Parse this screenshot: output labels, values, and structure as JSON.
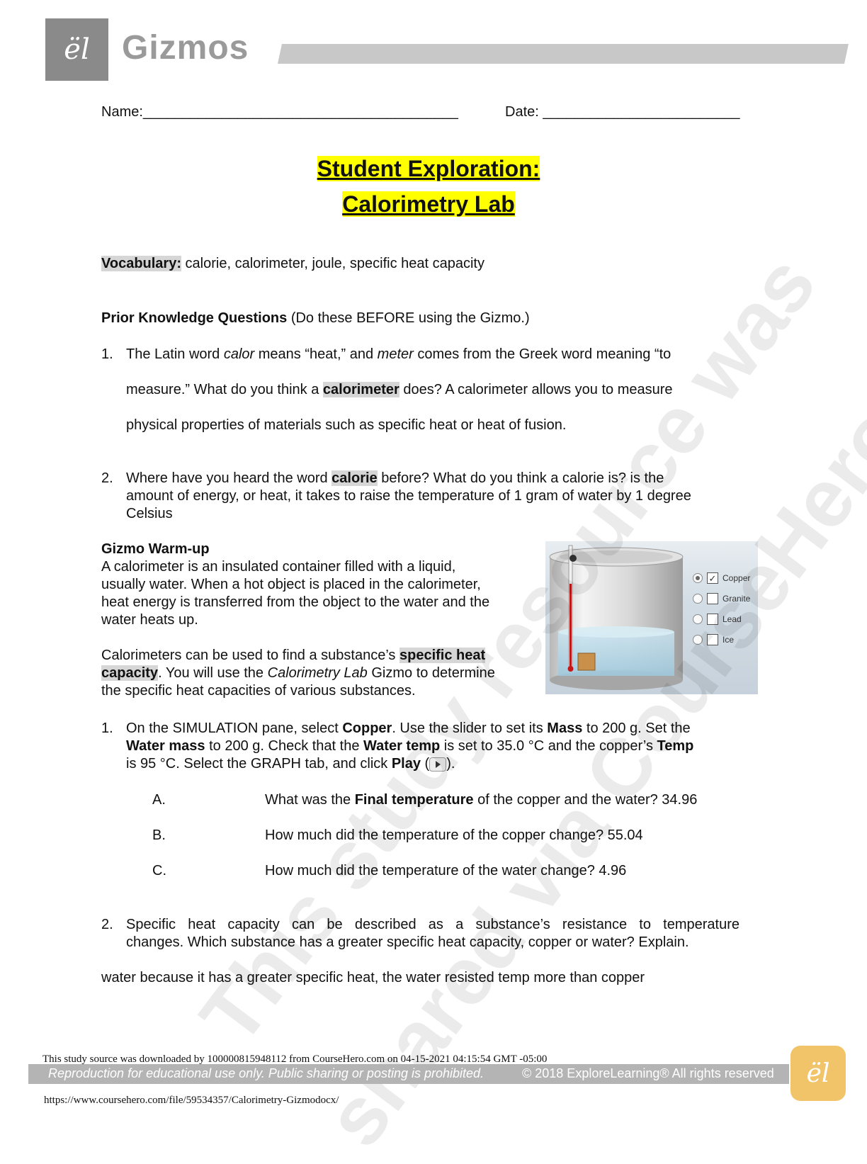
{
  "header": {
    "brand": "Gizmos",
    "logo_glyph": "ël"
  },
  "form": {
    "name_label": "Name:",
    "name_blank": "________________________________________",
    "date_label": "Date:",
    "date_blank": "_________________________"
  },
  "title": {
    "line1": "Student Exploration:",
    "line2": "Calorimetry Lab"
  },
  "vocabulary": {
    "label": "Vocabulary:",
    "terms": " calorie, calorimeter, joule, specific heat capacity"
  },
  "prior": {
    "heading": "Prior Knowledge Questions",
    "note": " (Do these BEFORE using the Gizmo.)",
    "q1": {
      "num": "1.",
      "a": "The Latin word ",
      "calor": "calor",
      "b": " means “heat,” and ",
      "meter": "meter",
      "c": " comes from the Greek word meaning “to",
      "line2_a": "measure.” What do you think a ",
      "term": "calorimeter",
      "line2_b": " does? A calorimeter allows you to measure",
      "line3": "physical properties of materials such as specific heat or heat of fusion."
    },
    "q2": {
      "num": "2.",
      "a": "Where have you heard the word ",
      "term": "calorie",
      "b": " before? What do you think a calorie is? is the",
      "line2": "amount of energy, or heat, it takes to raise the temperature of 1 gram of water by 1 degree",
      "line3": "Celsius"
    }
  },
  "warmup": {
    "heading": "Gizmo Warm-up",
    "p1_lines": [
      "A calorimeter is an insulated container filled with a liquid,",
      "usually water. When a hot object is placed in the calorimeter,",
      "heat energy is transferred from the object to the water and the",
      "water heats up."
    ],
    "p2_a": "Calorimeters can be used to find a substance’s ",
    "p2_term1": "specific heat",
    "p2_term2": "capacity",
    "p2_b": ". You will use the ",
    "p2_gizmo": "Calorimetry Lab",
    "p2_c": " Gizmo to determine",
    "p2_line3": "the specific heat capacities of various substances."
  },
  "simulation": {
    "options": [
      "Copper",
      "Granite",
      "Lead",
      "Ice"
    ],
    "selected": "Copper"
  },
  "steps": {
    "s1": {
      "num": "1.",
      "l1_a": "On the SIMULATION pane, select ",
      "l1_copper": "Copper",
      "l1_b": ". Use the slider to set its ",
      "l1_mass": "Mass",
      "l1_c": " to 200 g. Set the",
      "l2_water_mass": "Water mass",
      "l2_a": " to 200 g. Check that the ",
      "l2_water_temp": "Water temp",
      "l2_b": " is set to 35.0 °C and the copper’s ",
      "l2_temp": "Temp",
      "l3_a": "is 95 °C. Select the GRAPH tab, and click ",
      "l3_play": "Play",
      "l3_b": " (",
      "l3_c": ").",
      "qa": [
        {
          "label": "A.",
          "a": "What was the ",
          "bold": "Final temperature",
          "b": " of the copper and the water? 34.96"
        },
        {
          "label": "B.",
          "a": "How much did the temperature of the copper change? 55.04",
          "bold": "",
          "b": ""
        },
        {
          "label": "C.",
          "a": "How much did the temperature of the water change? 4.96",
          "bold": "",
          "b": ""
        }
      ]
    },
    "s2": {
      "num": "2.",
      "line1": "Specific heat capacity can be described as a substance’s resistance to temperature",
      "line2": "changes. Which substance has a greater specific heat capacity, copper or water? Explain.",
      "answer": "water because it has a greater specific heat, the water resisted temp more than copper"
    }
  },
  "watermark": {
    "line1": "This study resource was",
    "line2": "shared via CourseHero.com"
  },
  "footer": {
    "source": "This study source was downloaded by 100000815948112 from CourseHero.com on 04-15-2021 04:15:54 GMT -05:00",
    "notice": "Reproduction for educational use only. Public sharing or posting is prohibited.",
    "copyright": "© 2018 ExploreLearning® All rights reserved",
    "url": "https://www.coursehero.com/file/59534357/Calorimetry-Gizmodocx/"
  }
}
